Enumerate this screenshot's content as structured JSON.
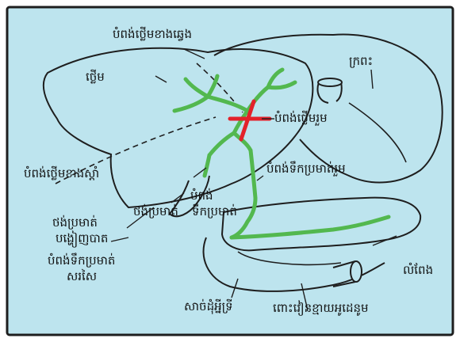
{
  "diagram": {
    "colors": {
      "background": "#bde4ee",
      "frame": "#1e1e1e",
      "outline": "#1e1e1e",
      "duct": "#53b84f",
      "blockage": "#e3212a"
    },
    "labels": {
      "left_hepatic_duct": "បំពង់ថ្លើមខាងឆ្វេង",
      "liver": "ថ្លើម",
      "stomach": "ក្រពះ",
      "common_hepatic_duct": "បំពង់ថ្លើមរួម",
      "cystic_duct": "បំពង់ទឹកប្រមាត់រួម",
      "right_hepatic_duct": "បំពង់ថ្លើមខាងស្ដាំ",
      "gallbladder": "ថង់ប្រមាត់",
      "bile_duct_1": "បំពង់",
      "bile_duct_2": "ទឹកប្រមាត់",
      "gallbladder_neck_1": "ថង់ប្រមាត់",
      "gallbladder_neck_2": "បង្ហៀញបាត",
      "common_bile_duct_1": "បំពង់ទឹកប្រមាត់",
      "common_bile_duct_2": "សរសៃ",
      "pancreas": "លំពែង",
      "duodenum": "សាច់ដុំអ្នីទ្រី",
      "small_intestine": "ពោះវៀនខ្មាយអូដេនូម"
    }
  }
}
